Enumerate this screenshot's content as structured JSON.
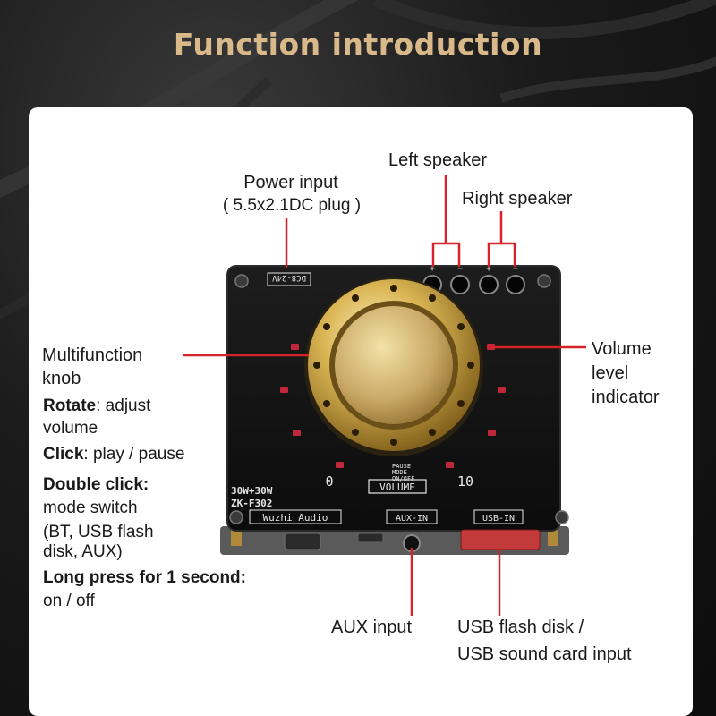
{
  "title": "Function introduction",
  "labels": {
    "power_input": "Power input",
    "power_input_spec": "( 5.5x2.1DC plug )",
    "left_speaker": "Left speaker",
    "right_speaker": "Right speaker",
    "multifunction_knob_line1": "Multifunction",
    "multifunction_knob_line2": "knob",
    "volume_indicator_line1": "Volume",
    "volume_indicator_line2": "level",
    "volume_indicator_line3": "indicator",
    "aux_input": "AUX input",
    "usb_input_line1": "USB flash disk /",
    "usb_input_line2": "USB sound card input"
  },
  "functions": {
    "rotate_key": "Rotate",
    "rotate_rest": ": adjust",
    "rotate_line2": "volume",
    "click_key": "Click",
    "click_rest": ": play / pause",
    "double_key": "Double click",
    "double_rest": ":",
    "double_line2": "mode switch",
    "double_line3": "(BT, USB flash",
    "double_line4": "disk, AUX)",
    "long_key": "Long press for 1 second",
    "long_rest": ":",
    "long_line2": "on / off"
  },
  "board": {
    "voltage": "DC8-24V",
    "power_rating": "30W+30W",
    "model": "ZK-F302",
    "brand": "Wuzhi Audio",
    "aux_in": "AUX-IN",
    "usb_in": "USB-IN",
    "volume": "VOLUME",
    "scale_min": "0",
    "scale_max": "10",
    "hint_pause": "PAUSE",
    "hint_mode": "MODE",
    "hint_onoff": "ON/OFF",
    "terminal_plus": "+",
    "terminal_minus": "−"
  },
  "colors": {
    "accent_red": "#d8222a",
    "title_gold": "#d9b98a",
    "board_black": "#141414",
    "knob_gold": "#c9a24a",
    "led_red": "#c0283a"
  }
}
